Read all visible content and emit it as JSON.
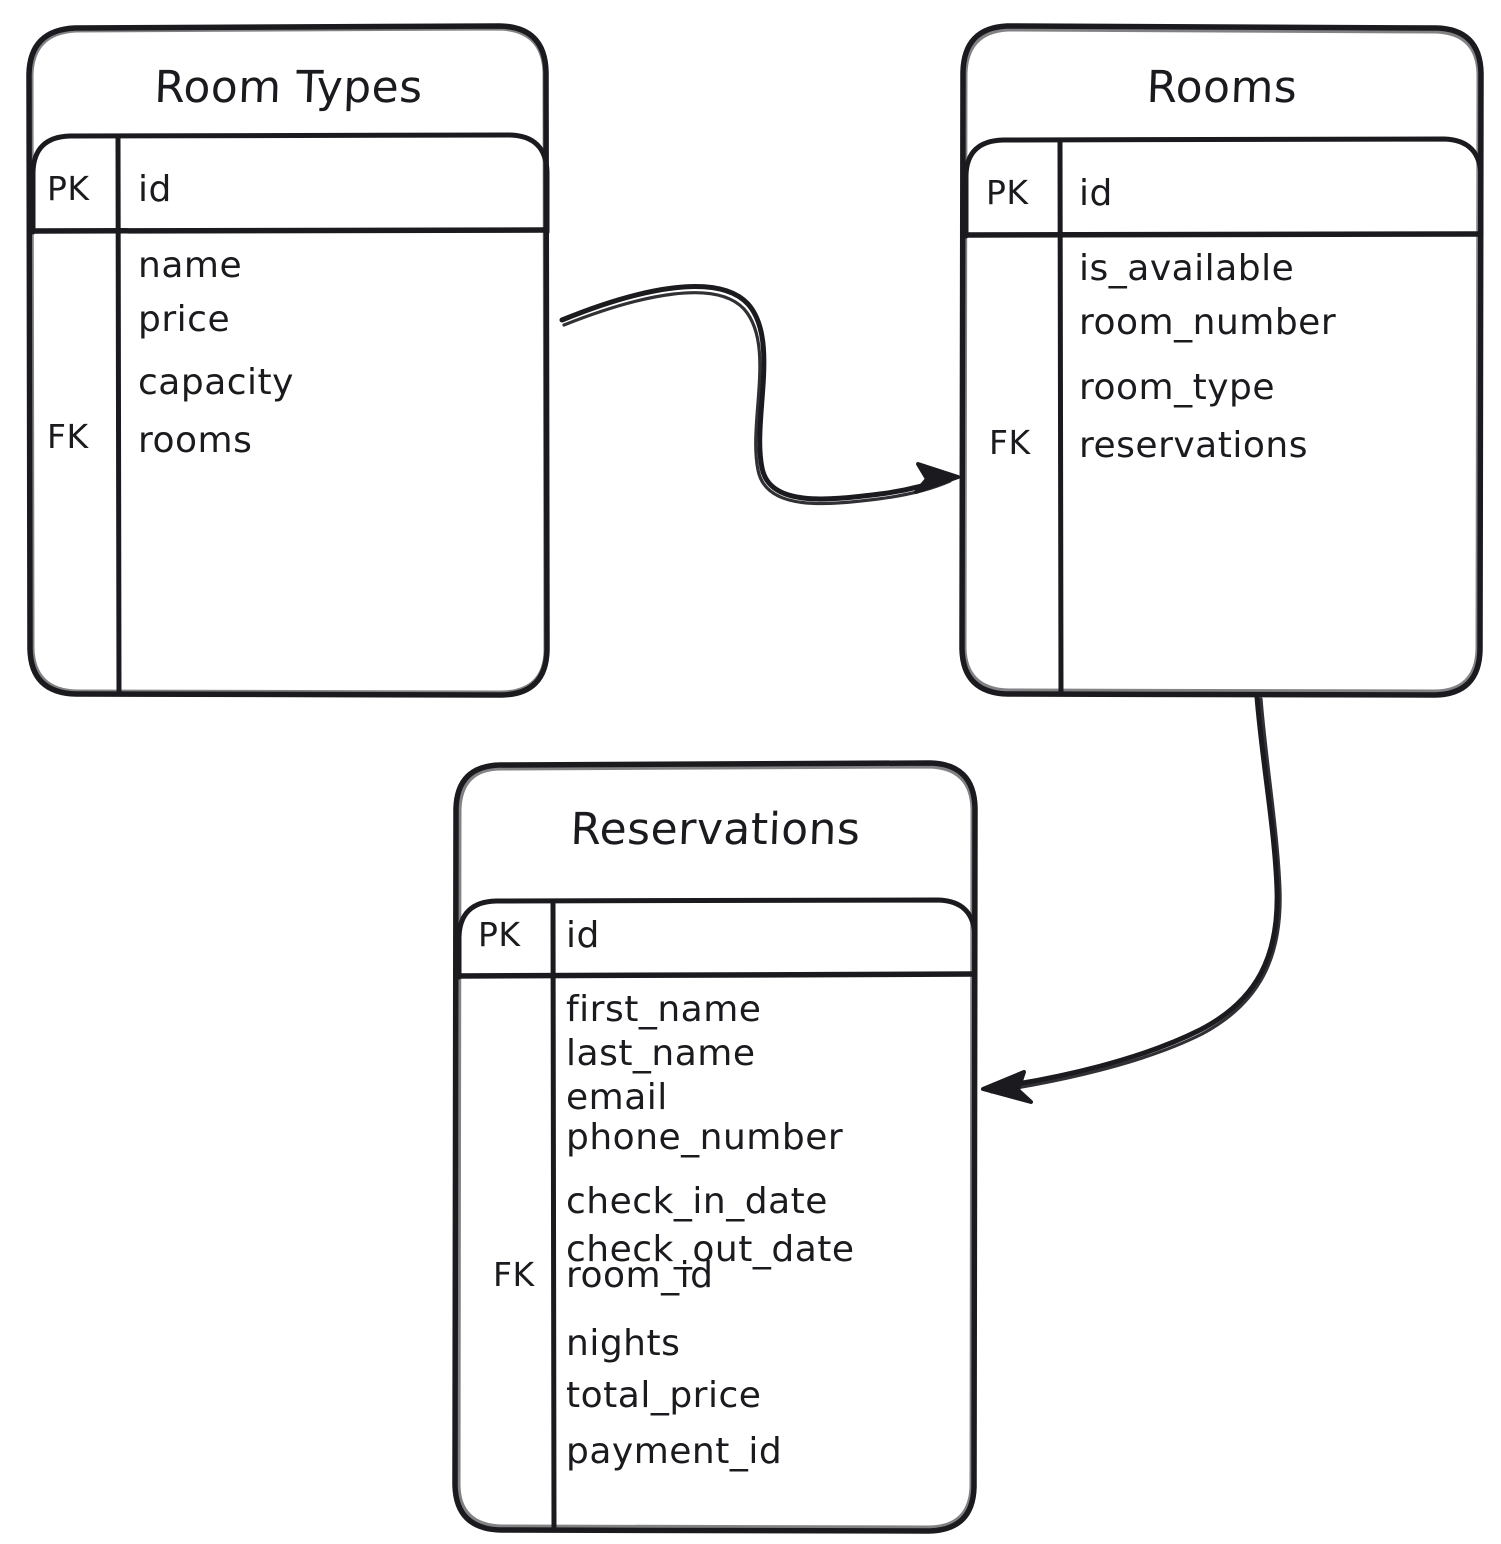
{
  "diagram": {
    "kind": "entity-relationship-diagram",
    "style": "hand-drawn",
    "stroke_color": "#1b1b1f",
    "background_color": "#ffffff"
  },
  "entities": [
    {
      "id": "room_types",
      "title": "Room Types",
      "primary_key": {
        "key_label": "PK",
        "field": "id"
      },
      "key_label_fk": "FK",
      "fields": [
        {
          "name": "name"
        },
        {
          "name": "price"
        },
        {
          "name": "capacity"
        },
        {
          "name": "rooms"
        }
      ]
    },
    {
      "id": "rooms",
      "title": "Rooms",
      "primary_key": {
        "key_label": "PK",
        "field": "id"
      },
      "key_label_fk": "FK",
      "fields": [
        {
          "name": "is_available"
        },
        {
          "name": "room_number"
        },
        {
          "name": "room_type"
        },
        {
          "name": "reservations"
        }
      ]
    },
    {
      "id": "reservations",
      "title": "Reservations",
      "primary_key": {
        "key_label": "PK",
        "field": "id"
      },
      "key_label_fk": "FK",
      "fields": [
        {
          "name": "first_name"
        },
        {
          "name": "last_name"
        },
        {
          "name": "email"
        },
        {
          "name": "phone_number"
        },
        {
          "name": "check_in_date"
        },
        {
          "name": "check_out_date"
        },
        {
          "name": "room_id"
        },
        {
          "name": "nights"
        },
        {
          "name": "total_price"
        },
        {
          "name": "payment_id"
        }
      ]
    }
  ],
  "relationships": [
    {
      "id": "room_types_to_rooms",
      "from": "room_types",
      "to": "rooms",
      "arrow": "single-headed"
    },
    {
      "id": "rooms_to_reservations",
      "from": "rooms",
      "to": "reservations",
      "arrow": "single-headed"
    }
  ]
}
